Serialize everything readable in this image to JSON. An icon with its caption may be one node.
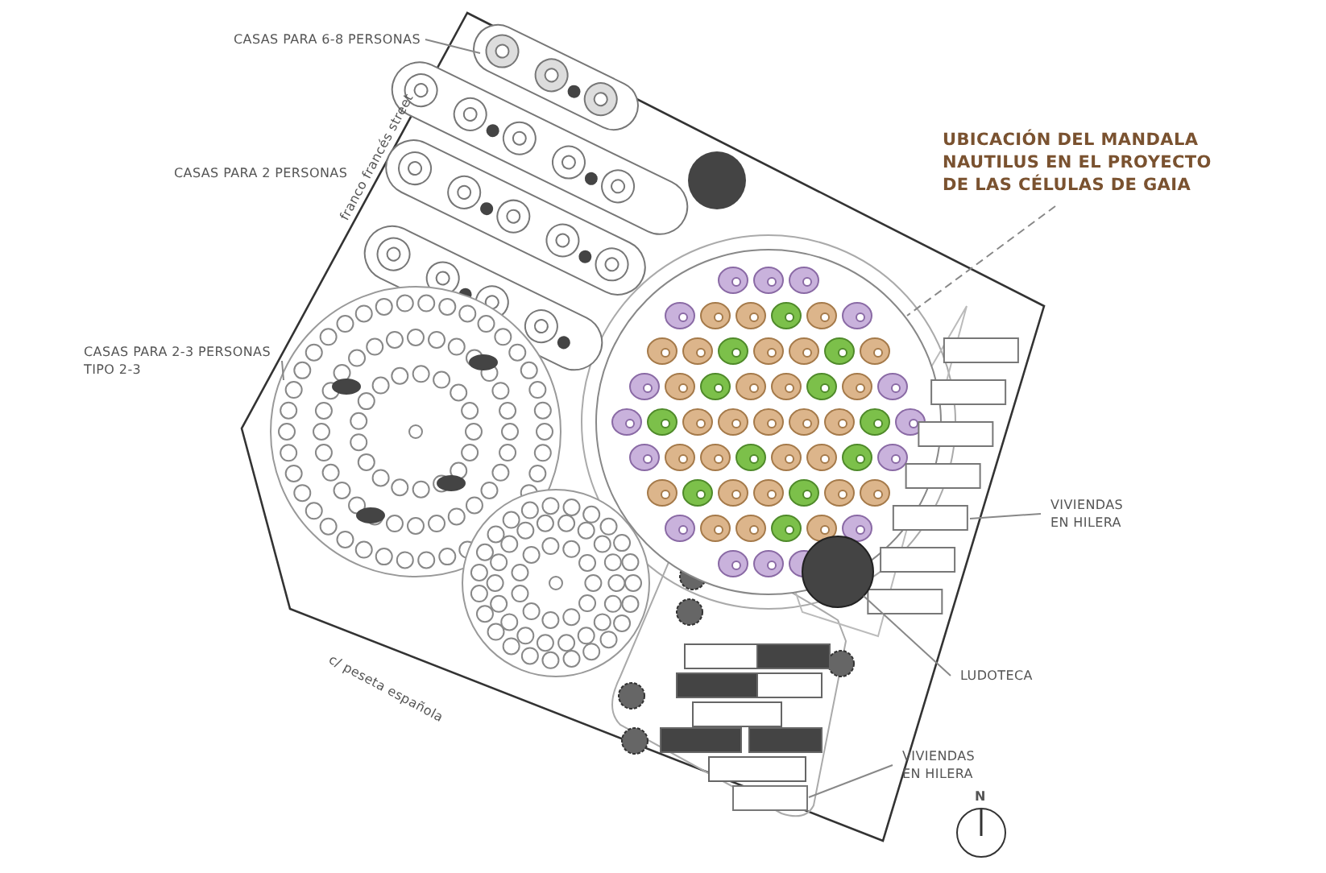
{
  "diagram": {
    "nodes": [
      {
        "text": [
          "CASAS PARA 6-8 PERSONAS"
        ]
      },
      {
        "text": [],
        "shape": "picture"
      },
      {
        "text": [
          "CASAS PARA 2-3 PERSONAS TIPO 2-3"
        ]
      },
      {
        "text": [],
        "shape": "picture"
      },
      {
        "text": [
          "UBICACIÓN DEL MANDALA NAUTILUS EN EL PROYECTO DE LAS CÉLULAS DE GAIA"
        ]
      },
      {
        "text": [],
        "shape": "picture"
      },
      {
        "text": [
          "VIVIENDAS EN HILERA"
        ]
      },
      {
        "text": [],
        "shape": "picture"
      },
      {
        "text": [
          "LUDOTECA"
        ]
      },
      {
        "text": [],
        "shape": "circle"
      },
      {
        "text": [
          "VIVIENDAS EN HILERA"
        ]
      },
      {
        "text": [],
        "shape": "box"
      }
    ],
    "edges": [
      {
        "from": 0,
        "to": 1,
        "arrow": "none"
      },
      {
        "from": 2,
        "to": 3,
        "arrow": "none"
      },
      {
        "from": 4,
        "to": 5,
        "arrow": "none",
        "style": "dashed"
      },
      {
        "from": 6,
        "to": 7,
        "arrow": "none"
      },
      {
        "from": 8,
        "to": 9,
        "arrow": "none"
      },
      {
        "from": 10,
        "to": 11,
        "arrow": "none"
      }
    ],
    "labels": [
      "CASAS PARA 2 PERSONAS",
      "franco francés street",
      "c/ peseta española",
      "N"
    ]
  }
}
